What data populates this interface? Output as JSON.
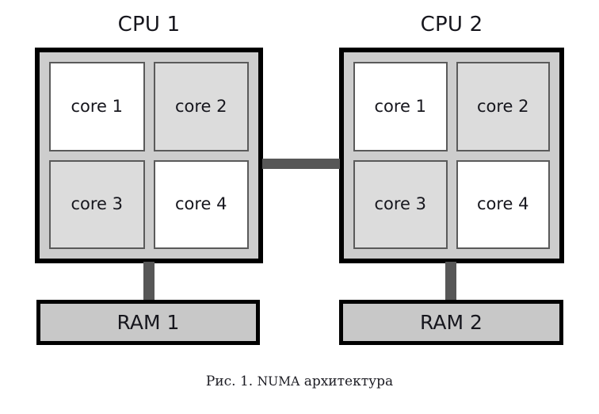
{
  "figure": {
    "caption_prefix": "Рис. 1.",
    "caption_acronym": "NUMA",
    "caption_suffix": "архитектура",
    "background_color": "#ffffff"
  },
  "colors": {
    "package_fill": "#cdcdcd",
    "package_border": "#000000",
    "core_fill_white": "#ffffff",
    "core_fill_gray": "#dcdcdc",
    "core_border": "#5a5a5a",
    "connector": "#575757",
    "ram_fill": "#c8c8c8",
    "ram_border": "#000000",
    "text": "#16161d"
  },
  "cpus": [
    {
      "title": "CPU 1",
      "cores": [
        {
          "label": "core 1",
          "fill": "white"
        },
        {
          "label": "core 2",
          "fill": "gray"
        },
        {
          "label": "core 3",
          "fill": "gray"
        },
        {
          "label": "core 4",
          "fill": "white"
        }
      ],
      "ram": {
        "label": "RAM 1"
      }
    },
    {
      "title": "CPU 2",
      "cores": [
        {
          "label": "core 1",
          "fill": "white"
        },
        {
          "label": "core 2",
          "fill": "gray"
        },
        {
          "label": "core 3",
          "fill": "gray"
        },
        {
          "label": "core 4",
          "fill": "white"
        }
      ],
      "ram": {
        "label": "RAM 2"
      }
    }
  ],
  "links": [
    {
      "name": "cpu1-cpu2-interconnect",
      "orientation": "horizontal"
    },
    {
      "name": "cpu1-ram1-bus",
      "orientation": "vertical"
    },
    {
      "name": "cpu2-ram2-bus",
      "orientation": "vertical"
    }
  ]
}
